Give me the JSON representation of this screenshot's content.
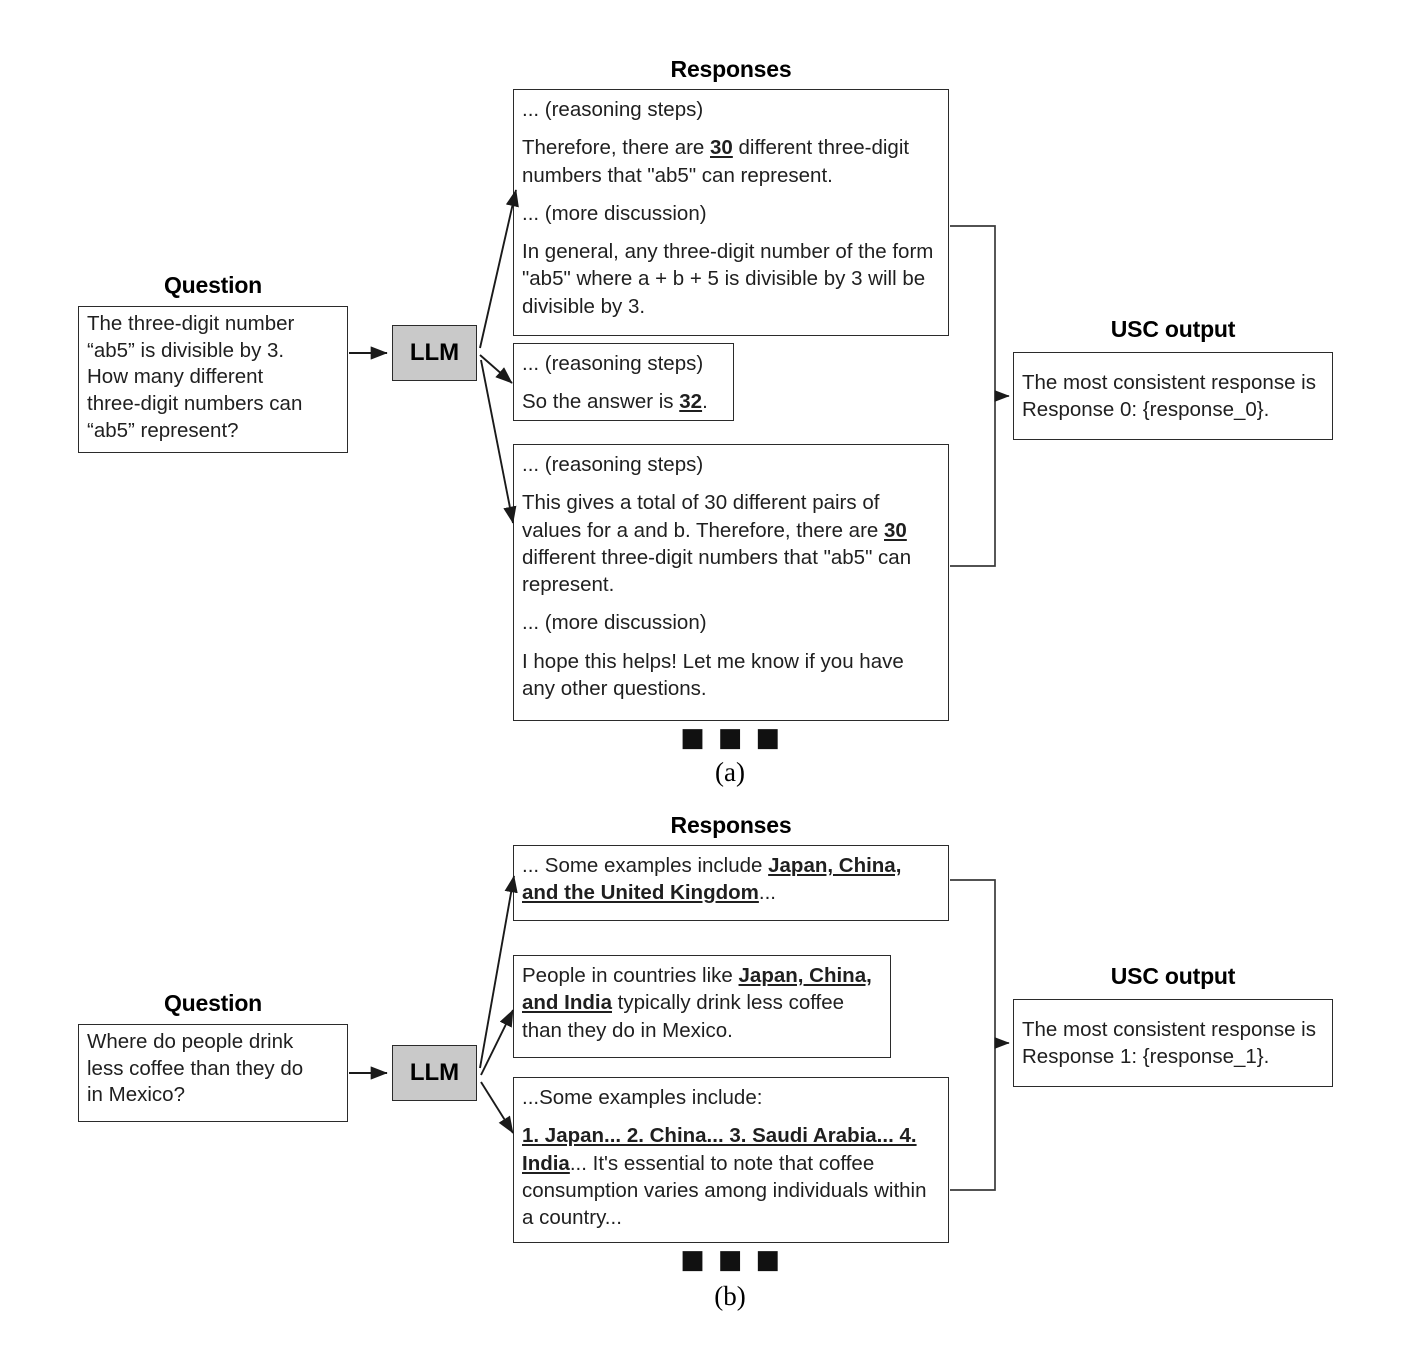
{
  "figure": {
    "panels": [
      {
        "id": "a",
        "caption": "(a)",
        "ellipsis": "■ ■ ■",
        "question": {
          "title": "Question",
          "text": "The three-digit number \"ab5\" is divisible by 3. How many different three-digit numbers can \"ab5\" represent?",
          "lines": [
            "The three-digit number",
            "“ab5” is divisible by 3.",
            "How many different",
            "three-digit numbers can",
            "“ab5” represent?"
          ]
        },
        "model": {
          "label": "LLM"
        },
        "responses_title": "Responses",
        "responses": [
          {
            "index": 0,
            "paragraphs": [
              {
                "text": "... (reasoning steps)",
                "emphasis": null
              },
              {
                "pre": "Therefore, there are ",
                "emphasis": "30",
                "post": " different three-digit numbers that \"ab5\" can represent."
              },
              {
                "text": "... (more discussion)",
                "emphasis": null
              },
              {
                "text": "In general, any three-digit number of the form \"ab5\" where a + b + 5 is divisible by 3 will be divisible by 3.",
                "emphasis": null
              }
            ]
          },
          {
            "index": 1,
            "paragraphs": [
              {
                "text": "... (reasoning steps)",
                "emphasis": null
              },
              {
                "pre": "So the answer is ",
                "emphasis": "32",
                "post": "."
              }
            ]
          },
          {
            "index": 2,
            "paragraphs": [
              {
                "text": "... (reasoning steps)",
                "emphasis": null
              },
              {
                "pre": "This gives a total of 30 different pairs of values for a and b. Therefore, there are ",
                "emphasis": "30",
                "post": " different three-digit numbers that \"ab5\" can represent."
              },
              {
                "text": "... (more discussion)",
                "emphasis": null
              },
              {
                "text": "I hope this helps! Let me know if you have any other questions.",
                "emphasis": null
              }
            ]
          }
        ],
        "output": {
          "title": "USC output",
          "text": "The most consistent response is Response 0: {response_0}."
        }
      },
      {
        "id": "b",
        "caption": "(b)",
        "ellipsis": "■ ■ ■",
        "question": {
          "title": "Question",
          "text": "Where do people drink less coffee than they do in Mexico?",
          "lines": [
            "Where do people drink",
            "less coffee than they do",
            "in Mexico?"
          ]
        },
        "model": {
          "label": "LLM"
        },
        "responses_title": "Responses",
        "responses": [
          {
            "index": 0,
            "paragraphs": [
              {
                "pre": "... Some examples include ",
                "emphasis": "Japan, China, and the United Kingdom",
                "post": "..."
              }
            ]
          },
          {
            "index": 1,
            "paragraphs": [
              {
                "pre": "People in countries like ",
                "emphasis": "Japan, China, and India",
                "post": " typically drink less coffee than they do in Mexico."
              }
            ]
          },
          {
            "index": 2,
            "paragraphs": [
              {
                "text": "...Some examples include:",
                "emphasis": null
              },
              {
                "pre": "",
                "emphasis": "1. Japan... 2. China... 3. Saudi Arabia... 4. India",
                "post": "... It's essential to note that coffee consumption varies among individuals within a country..."
              }
            ]
          }
        ],
        "output": {
          "title": "USC output",
          "text": "The most consistent response is Response 1: {response_1}."
        }
      }
    ]
  },
  "colors": {
    "llm_fill": "#c9c9c9",
    "stroke": "#2b2b2b",
    "background": "#ffffff"
  }
}
